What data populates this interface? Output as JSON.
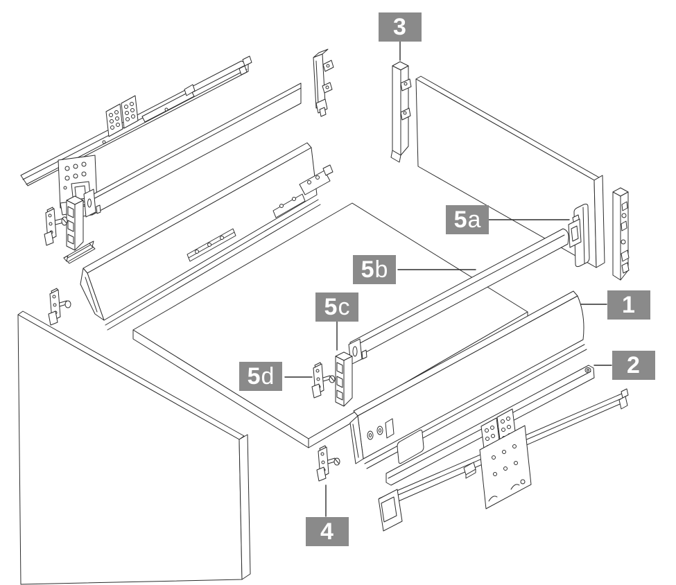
{
  "figure": {
    "kind": "exploded-assembly-diagram",
    "subject": "drawer-box-with-runners-and-gallery",
    "colors": {
      "label_background": "#8a8a8a",
      "label_text": "#ffffff",
      "line_art": "#2b2b2b",
      "background": "#ffffff"
    },
    "labels": {
      "item1": {
        "num": "1",
        "letter": ""
      },
      "item2": {
        "num": "2",
        "letter": ""
      },
      "item3": {
        "num": "3",
        "letter": ""
      },
      "item4": {
        "num": "4",
        "letter": ""
      },
      "item5a": {
        "num": "5",
        "letter": "a"
      },
      "item5b": {
        "num": "5",
        "letter": "b"
      },
      "item5c": {
        "num": "5",
        "letter": "c"
      },
      "item5d": {
        "num": "5",
        "letter": "d"
      }
    }
  }
}
